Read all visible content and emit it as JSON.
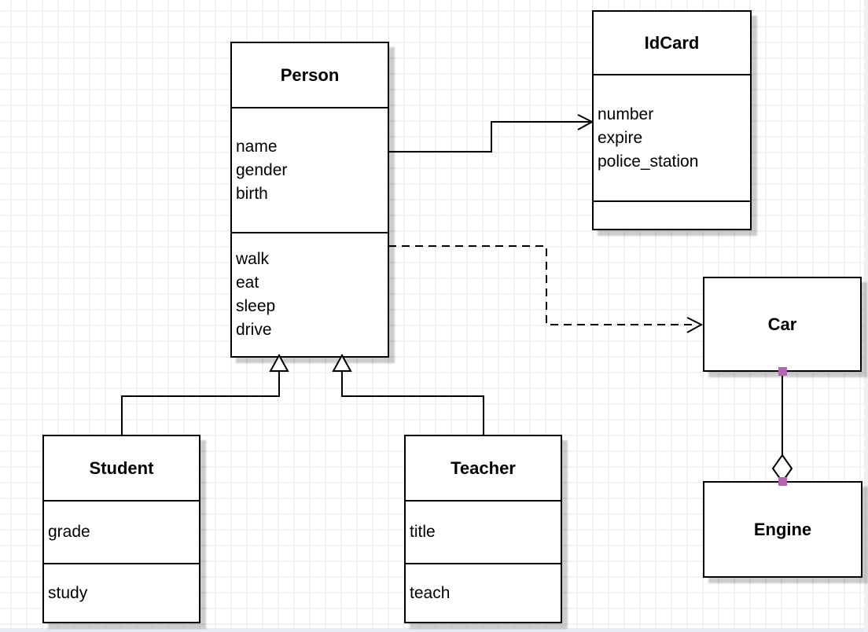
{
  "diagram_type": "uml-class-diagram",
  "classes": {
    "person": {
      "title": "Person",
      "attributes": [
        "name",
        "gender",
        "birth"
      ],
      "methods": [
        "walk",
        "eat",
        "sleep",
        "drive"
      ]
    },
    "idcard": {
      "title": "IdCard",
      "attributes": [
        "number",
        "expire",
        "police_station"
      ],
      "methods": []
    },
    "car": {
      "title": "Car"
    },
    "engine": {
      "title": "Engine"
    },
    "student": {
      "title": "Student",
      "attributes": [
        "grade"
      ],
      "methods": [
        "study"
      ]
    },
    "teacher": {
      "title": "Teacher",
      "attributes": [
        "title"
      ],
      "methods": [
        "teach"
      ]
    }
  },
  "relationships": [
    {
      "type": "association",
      "from": "Person",
      "to": "IdCard",
      "arrow": "solid-open-arrow"
    },
    {
      "type": "dependency",
      "from": "Person",
      "to": "Car",
      "arrow": "dashed-open-arrow"
    },
    {
      "type": "generalization",
      "from": "Student",
      "to": "Person",
      "arrow": "solid-hollow-triangle"
    },
    {
      "type": "generalization",
      "from": "Teacher",
      "to": "Person",
      "arrow": "solid-hollow-triangle"
    },
    {
      "type": "aggregation",
      "from": "Engine",
      "to": "Car",
      "arrow": "solid-hollow-diamond"
    }
  ],
  "colors": {
    "stroke": "#000000",
    "shape_fill": "#ffffff",
    "grid_line": "#f2f2f2",
    "connection_point": "#b365b3",
    "shadow": "#cccccc",
    "window_edge": "#e7ecf3"
  }
}
